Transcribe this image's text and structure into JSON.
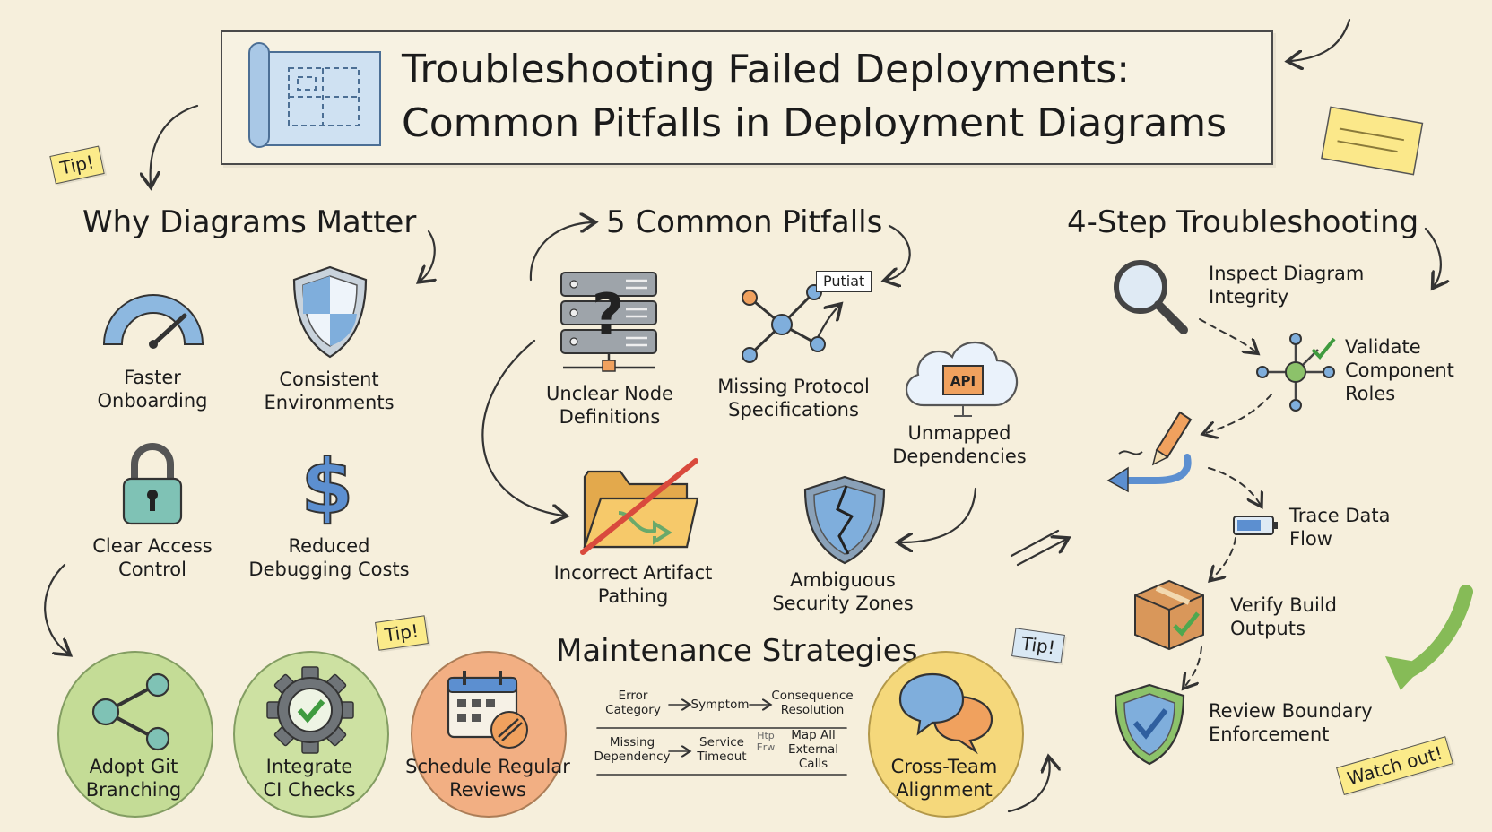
{
  "title": {
    "line1": "Troubleshooting Failed Deployments:",
    "line2": "Common Pitfalls in Deployment Diagrams"
  },
  "notes": {
    "tip_top_left": "Tip!",
    "tip_maintenance": "Tip!",
    "tip_cross_team": "Tip!",
    "watch_out": "Watch out!",
    "partial_tag": "Putiat",
    "api_badge": "API"
  },
  "why": {
    "heading": "Why Diagrams Matter",
    "items": [
      {
        "label_l1": "Faster",
        "label_l2": "Onboarding",
        "icon": "speedometer-icon"
      },
      {
        "label_l1": "Consistent",
        "label_l2": "Environments",
        "icon": "shield-icon"
      },
      {
        "label_l1": "Clear Access",
        "label_l2": "Control",
        "icon": "padlock-icon"
      },
      {
        "label_l1": "Reduced",
        "label_l2": "Debugging Costs",
        "icon": "dollar-icon"
      }
    ]
  },
  "pitfalls": {
    "heading": "5 Common Pitfalls",
    "items": [
      {
        "label_l1": "Unclear Node",
        "label_l2": "Definitions",
        "icon": "server-question-icon"
      },
      {
        "label_l1": "Missing Protocol",
        "label_l2": "Specifications",
        "icon": "network-nodes-icon"
      },
      {
        "label_l1": "Unmapped",
        "label_l2": "Dependencies",
        "icon": "cloud-api-icon"
      },
      {
        "label_l1": "Incorrect Artifact",
        "label_l2": "Pathing",
        "icon": "crossed-folder-icon"
      },
      {
        "label_l1": "Ambiguous",
        "label_l2": "Security Zones",
        "icon": "cracked-shield-icon"
      }
    ]
  },
  "steps": {
    "heading": "4-Step Troubleshooting",
    "items": [
      {
        "label_l1": "Inspect Diagram",
        "label_l2": "Integrity",
        "label_l3": "",
        "icon": "magnifier-icon"
      },
      {
        "label_l1": "Validate",
        "label_l2": "Component",
        "label_l3": "Roles",
        "icon": "validated-network-icon"
      },
      {
        "label_l1": "Trace Data",
        "label_l2": "Flow",
        "label_l3": "",
        "icon": "battery-icon"
      },
      {
        "label_l1": "Verify Build",
        "label_l2": "Outputs",
        "label_l3": "",
        "icon": "checked-box-icon"
      },
      {
        "label_l1": "Review Boundary",
        "label_l2": "Enforcement",
        "label_l3": "",
        "icon": "check-shield-icon"
      }
    ]
  },
  "maintenance": {
    "heading": "Maintenance Strategies",
    "items": [
      {
        "label_l1": "Adopt Git",
        "label_l2": "Branching",
        "icon": "git-branch-icon",
        "color": "#b5d67f"
      },
      {
        "label_l1": "Integrate",
        "label_l2": "CI Checks",
        "icon": "gear-check-icon",
        "color": "#bcd98a"
      },
      {
        "label_l1": "Schedule Regular",
        "label_l2": "Reviews",
        "icon": "calendar-icon",
        "color": "#f2a574"
      },
      {
        "label_l1": "Cross-Team",
        "label_l2": "Alignment",
        "icon": "speech-bubbles-icon",
        "color": "#f5d56b"
      }
    ],
    "table": {
      "row1": {
        "c1_l1": "Error",
        "c1_l2": "Category",
        "c2": "Symptom",
        "c3_l1": "Consequence",
        "c3_l2": "Resolution"
      },
      "row2": {
        "c1_l1": "Missing",
        "c1_l2": "Dependency",
        "c2_l1": "Service",
        "c2_l2": "Timeout",
        "scribble_l1": "Htp",
        "scribble_l2": "Erw",
        "c3_l1": "Map All",
        "c3_l2": "External",
        "c3_l3": "Calls"
      }
    }
  },
  "colors": {
    "background": "#f6efdc",
    "blue": "#8db8e0",
    "green": "#8cc26a",
    "orange": "#f0a15e",
    "yellow": "#fbe88a",
    "red": "#d94a3d"
  }
}
